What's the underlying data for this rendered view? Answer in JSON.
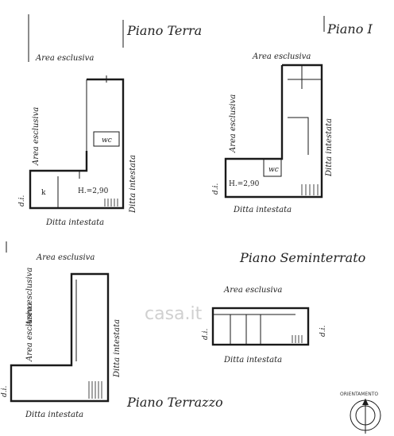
{
  "floors": {
    "ground": {
      "title": "Piano Terra",
      "area_top": "Area esclusiva",
      "area_left": "Area esclusiva",
      "right_label": "Ditta intestata",
      "bottom_label": "Ditta intestata",
      "room_wc": "wc",
      "room_k": "k",
      "height": "H.=2,90",
      "side_mark": "d.i."
    },
    "first": {
      "title": "Piano I",
      "area_top": "Area esclusiva",
      "area_left": "Area esclusiva",
      "right_label": "Ditta intestata",
      "bottom_label": "Ditta intestata",
      "room_wc": "wc",
      "height": "H.=2,90",
      "side_mark": "d.i."
    },
    "basement": {
      "title": "Piano Seminterrato",
      "area_top": "Area esclusiva",
      "bottom_label": "Ditta intestata",
      "side_mark_left": "d.i.",
      "side_mark_right": "d.i."
    },
    "terrace": {
      "title": "Piano Terrazzo",
      "area_top": "Area esclusiva",
      "area_left": "Area esclusiva",
      "area_left_lower": "Area esclusiva",
      "right_label": "Ditta intestata",
      "bottom_label": "Ditta intestata",
      "side_mark": "d.i."
    }
  },
  "north_mark": "ORIENTAMENTO",
  "watermark": "casa.it",
  "colors": {
    "ink": "#1a1a1a",
    "paper": "#ffffff",
    "watermark": "#d0d0d0"
  }
}
